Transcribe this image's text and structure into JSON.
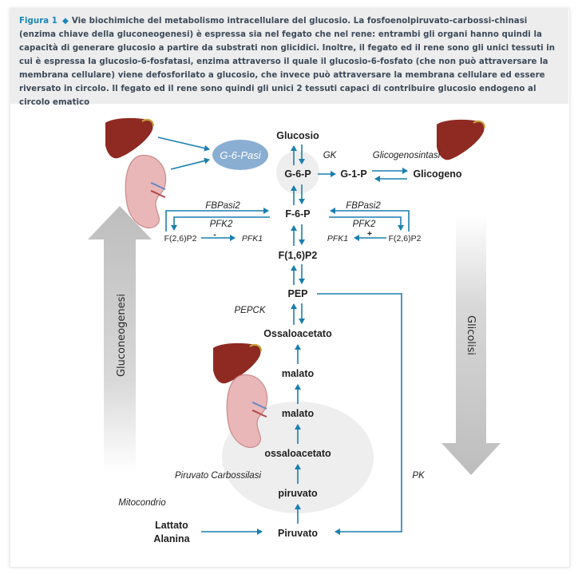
{
  "caption": {
    "figure_label": "Figura 1",
    "diamond": "◆",
    "text": "Vie biochimiche del metabolismo intracellulare del glucosio. La fosfoenolpiruvato-carbossi-chinasi (enzima chiave della gluconeogenesi) è espressa sia nel fegato che nel rene: entrambi gli organi hanno quindi la capacità di generare glucosio a partire da substrati non glicidici. Inoltre, il fegato ed il rene sono gli unici tessuti in cui è espressa la glucosio-6-fosfatasi, enzima attraverso il quale il glucosio-6-fosfato (che non può attraversare la membrana cellulare) viene defosforilato a glucosio, che invece può attraversare la membrana cellulare ed essere riversato in circolo. Il fegato ed il rene sono quindi gli unici 2 tessuti capaci di contribuire glucosio endogeno al circolo ematico"
  },
  "nodes": {
    "glucosio": "Glucosio",
    "g6p": "G-6-P",
    "g1p": "G-1-P",
    "glicogeno": "Glicogeno",
    "f6p": "F-6-P",
    "f16p2": "F(1,6)P2",
    "pep": "PEP",
    "ossaloacetato_top": "Ossaloacetato",
    "malato_1": "malato",
    "malato_2": "malato",
    "ossaloacetato_bottom": "ossaloacetato",
    "piruvato_mito": "piruvato",
    "piruvato": "Piruvato",
    "lattato": "Lattato",
    "alanina": "Alanina",
    "f26p2_left": "F(2,6)P2",
    "f26p2_right": "F(2,6)P2",
    "pfk1_left": "PFK1",
    "pfk1_right": "PFK1"
  },
  "enzymes": {
    "g6pasi": "G-6-Pasi",
    "gk": "GK",
    "glicogenosintasi": "Glicogenosintasi",
    "fbpasi2_left": "FBPasi2",
    "fbpasi2_right": "FBPasi2",
    "pfk2_left": "PFK2",
    "pfk2_right": "PFK2",
    "pepck": "PEPCK",
    "piruvato_carbossilasi": "Piruvato Carbossilasi",
    "pk": "PK"
  },
  "signs": {
    "minus": "-",
    "plus": "+"
  },
  "labels": {
    "mitocondrio": "Mitocondrio",
    "gluconeogenesi": "Gluconeogenesi",
    "glicolisi": "Glicolisi"
  },
  "colors": {
    "arrow": "#1a7fb0",
    "g6pasi_bubble": "#8aaed2",
    "caption_bg": "#ededed",
    "caption_label": "#1a86b8",
    "big_arrow": "#c4c4c4",
    "mito_bg": "#eeeeee",
    "liver": "#8e2a22",
    "kidney": "#e9b7b8"
  },
  "icons": [
    "liver-icon",
    "kidney-icon",
    "big-up-arrow",
    "big-down-arrow"
  ]
}
